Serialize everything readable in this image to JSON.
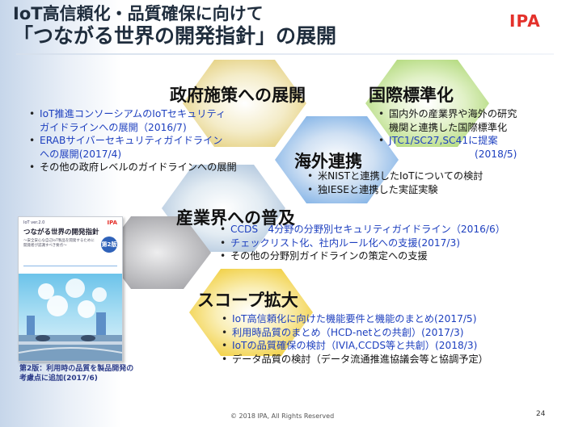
{
  "header": {
    "title_line1": "IoT高信頼化・品質確保に向けて",
    "title_line2": "「つながる世界の開発指針」の展開",
    "logo": "IPA"
  },
  "sections": {
    "gov": {
      "heading": "政府施策への展開",
      "items": [
        {
          "lines": [
            "IoT推進コンソーシアムのIoTセキュリティ",
            "ガイドラインへの展開（2016/7)"
          ]
        },
        {
          "lines": [
            "ERABサイバーセキュリティガイドライン",
            "への展開(2017/4)"
          ]
        },
        {
          "lines": [
            "その他の政府レベルのガイドラインへの展開"
          ]
        }
      ]
    },
    "intl": {
      "heading": "国際標準化",
      "items": [
        {
          "lines": [
            "国内外の産業界や海外の研究",
            "機関と連携した国際標準化"
          ]
        },
        {
          "lines": [
            "JTC1/SC27,SC41に提案",
            "(2018/5)"
          ]
        }
      ]
    },
    "overseas": {
      "heading": "海外連携",
      "items": [
        {
          "lines": [
            "米NISTと連携したIoTについての検討"
          ]
        },
        {
          "lines": [
            "独IESEと連携した実証実験"
          ]
        }
      ]
    },
    "industry": {
      "heading": "産業界への普及",
      "items": [
        {
          "lines": [
            "CCDS　4分野の分野別セキュリティガイドライン（2016/6）"
          ]
        },
        {
          "lines": [
            "チェックリスト化、社内ルール化への支援(2017/3)"
          ]
        },
        {
          "lines": [
            "その他の分野別ガイドラインの策定への支援"
          ]
        }
      ]
    },
    "scope": {
      "heading": "スコープ拡大",
      "items": [
        {
          "lines": [
            "IoT高信頼化に向けた機能要件と機能のまとめ(2017/5)"
          ]
        },
        {
          "lines": [
            "利用時品質のまとめ（HCD-netとの共創）(2017/3)"
          ]
        },
        {
          "lines": [
            "IoTの品質確保の検討（IVIA,CCDS等と共創）(2018/3)"
          ]
        },
        {
          "lines": [
            "データ品質の検討（データ流通推進協議会等と協調予定）"
          ]
        }
      ]
    }
  },
  "book": {
    "top_label": "IoT ver.2.0",
    "brand": "IPA",
    "title": "つながる世界の開発指針",
    "subtitle": "～安全安心な自己IoT製品を開発するために開発者が認識すべき要点～",
    "edition": "第2版"
  },
  "caption": {
    "line1": "第2版：利用時の品質を製品開発の",
    "line2": "考慮点に追加(2017/6)"
  },
  "footer": {
    "copyright": "© 2018 IPA, All Rights Reserved",
    "page_number": "24"
  },
  "colors": {
    "gov_hex": "#f0e7bc",
    "intl_hex": "#d6ecb4",
    "overseas_hex": "#b6d2ef",
    "industry_hex": "#cfdde9",
    "scope_hex": "#f6e79c",
    "gray_hex": "#c9c9cb",
    "logo": "#e4312b",
    "blue_text": "#1d3fbf"
  }
}
